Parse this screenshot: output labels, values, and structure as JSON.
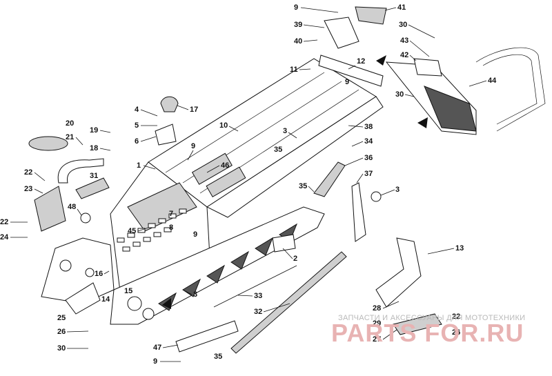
{
  "callouts": {
    "c1": "1",
    "c2": "2",
    "c3a": "3",
    "c3b": "3",
    "c3c": "3",
    "c4": "4",
    "c5": "5",
    "c6": "6",
    "c7": "7",
    "c8": "8",
    "c9a": "9",
    "c9b": "9",
    "c9c": "9",
    "c9d": "9",
    "c9e": "9",
    "c10": "10",
    "c11": "11",
    "c12": "12",
    "c13": "13",
    "c14": "14",
    "c15": "15",
    "c16": "16",
    "c17": "17",
    "c18": "18",
    "c19": "19",
    "c20": "20",
    "c21": "21",
    "c22a": "22",
    "c22b": "22",
    "c22c": "22",
    "c23": "23",
    "c24": "24",
    "c25": "25",
    "c26a": "26",
    "c26b": "26",
    "c27": "27",
    "c28": "28",
    "c29": "29",
    "c30a": "30",
    "c30b": "30",
    "c30c": "30",
    "c31": "31",
    "c32": "32",
    "c33": "33",
    "c34": "34",
    "c35a": "35",
    "c35b": "35",
    "c35c": "35",
    "c36": "36",
    "c37": "37",
    "c38": "38",
    "c39": "39",
    "c40": "40",
    "c41": "41",
    "c42": "42",
    "c43": "43",
    "c44": "44",
    "c45": "45",
    "c46": "46",
    "c47": "47",
    "c48": "48"
  },
  "watermark": {
    "line1": "ЗАПЧАСТИ И АКСЕССУАРЫ ДЛЯ МОТОТЕХНИКИ",
    "line2": "PARTS FOR.RU"
  }
}
